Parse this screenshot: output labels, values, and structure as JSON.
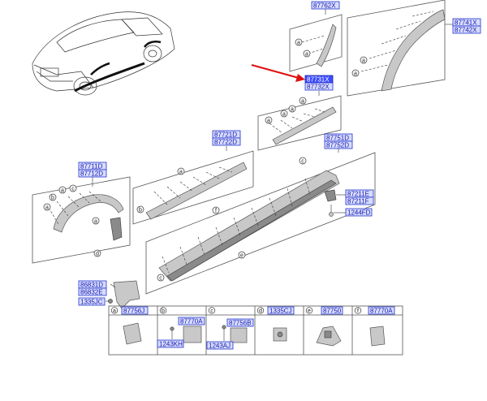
{
  "colors": {
    "label_fill": "#d6dcff",
    "label_stroke": "#2233cc",
    "highlight_fill": "#3b4cff",
    "arrow": "#e01010",
    "line": "#333333"
  },
  "part_labels": {
    "p87762X": "87762X",
    "p87741X": "87741X",
    "p87742X": "87742X",
    "p87731X": "87731X",
    "p87732X": "87732X",
    "p87721D": "87721D",
    "p87722D": "87722D",
    "p87751D": "87751D",
    "p87752D": "87752D",
    "p87711D": "87711D",
    "p87712D": "87712D",
    "p87211E": "87211E",
    "p87211F": "87211F",
    "p1244FD": "1244FD",
    "p86831D": "86831D",
    "p86832E": "86832E",
    "p1335JC": "1335JC"
  },
  "callouts": {
    "a": "a",
    "b": "b",
    "c": "c",
    "d": "d",
    "e": "e",
    "f": "f"
  },
  "fastener_table": {
    "cols": [
      {
        "key": "a",
        "parts": [
          "87756J"
        ]
      },
      {
        "key": "b",
        "parts": [
          "87770A",
          "1243KH"
        ]
      },
      {
        "key": "c",
        "parts": [
          "87756B",
          "1243AJ"
        ]
      },
      {
        "key": "d",
        "parts": [
          "1335CJ"
        ]
      },
      {
        "key": "e",
        "parts": [
          "87750"
        ]
      },
      {
        "key": "f",
        "parts": [
          "87770A"
        ]
      }
    ]
  }
}
